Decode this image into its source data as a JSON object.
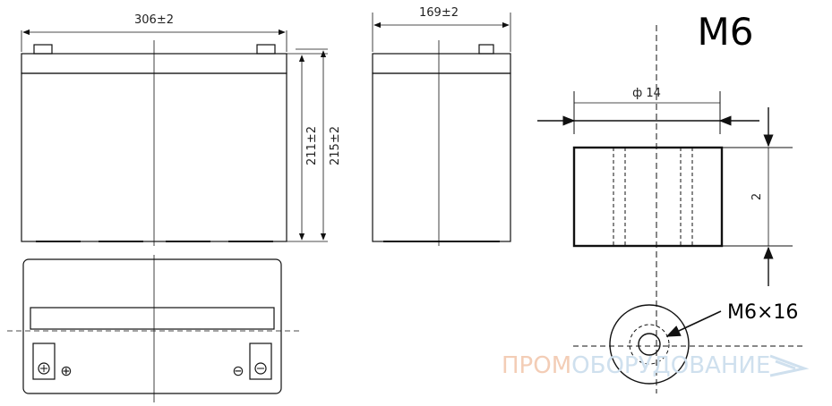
{
  "front_view": {
    "width_label": "306±2",
    "height_label_inner": "211±2",
    "height_label_outer": "215±2"
  },
  "side_view": {
    "width_label": "169±2"
  },
  "terminal_detail": {
    "title": "M6",
    "diameter_label": "ф 14",
    "height_label": "2",
    "bolt_label": "M6×16"
  },
  "top_view": {
    "negative_symbol": "⊖",
    "positive_symbol": "⊕"
  },
  "watermark": {
    "part1": "ПРОМ",
    "part2": "ОБОРУДОВАНИЕ"
  },
  "colors": {
    "line": "#111111",
    "watermark_orange": "#f3cdb6",
    "watermark_blue": "#cfe0ee"
  }
}
